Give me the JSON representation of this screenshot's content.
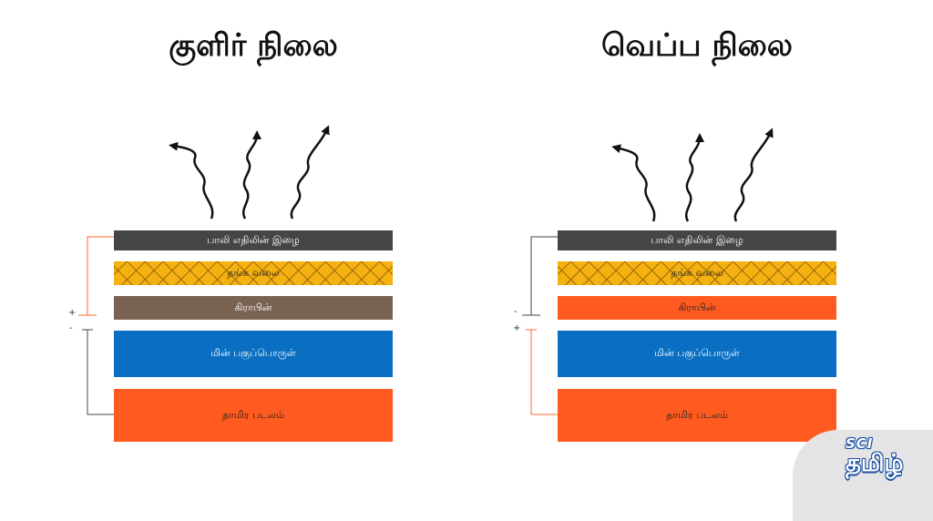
{
  "panels": [
    {
      "title": "குளிர் நிலை",
      "layers": [
        {
          "label": "பாலி எதிலின் இழை",
          "color": "#454545"
        },
        {
          "label": "தங்க வலை",
          "color": "#f5b011"
        },
        {
          "label": "கிராபின்",
          "color": "#7a6253"
        },
        {
          "label": "மின் பகுப்பொருள்",
          "color": "#0a6fc2"
        },
        {
          "label": "தாமிர படலம்",
          "color": "#ff5a1f"
        }
      ],
      "terminals": {
        "upper": "+",
        "lower": "-"
      },
      "wire_colors": {
        "upper": "#ff6a2b",
        "lower": "#454545"
      }
    },
    {
      "title": "வெப்ப நிலை",
      "layers": [
        {
          "label": "பாலி எதிலின் இழை",
          "color": "#454545"
        },
        {
          "label": "தங்க வலை",
          "color": "#f5b011"
        },
        {
          "label": "கிராபின்",
          "color": "#ff5a1f"
        },
        {
          "label": "மின் பகுப்பொருள்",
          "color": "#0a6fc2"
        },
        {
          "label": "தாமிர படலம்",
          "color": "#ff5a1f"
        }
      ],
      "terminals": {
        "upper": "-",
        "lower": "+"
      },
      "wire_colors": {
        "upper": "#454545",
        "lower": "#ff6a2b"
      }
    }
  ],
  "logo": {
    "line1": "SCI",
    "line2": "தமிழ்",
    "bg": "#e4e4e4",
    "accent": "#1a4fa3"
  }
}
